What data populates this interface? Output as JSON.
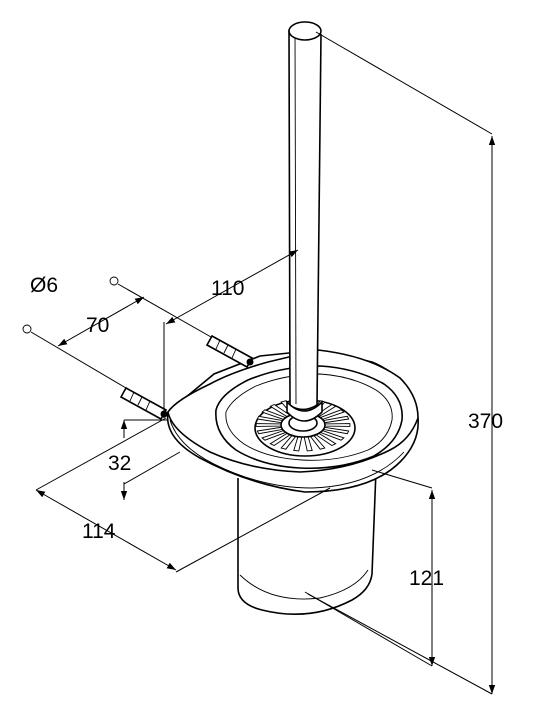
{
  "drawing": {
    "labels": {
      "diameter": "Ø6",
      "d70": "70",
      "d110": "110",
      "d32": "32",
      "d114": "114",
      "d121": "121",
      "d370": "370"
    }
  }
}
